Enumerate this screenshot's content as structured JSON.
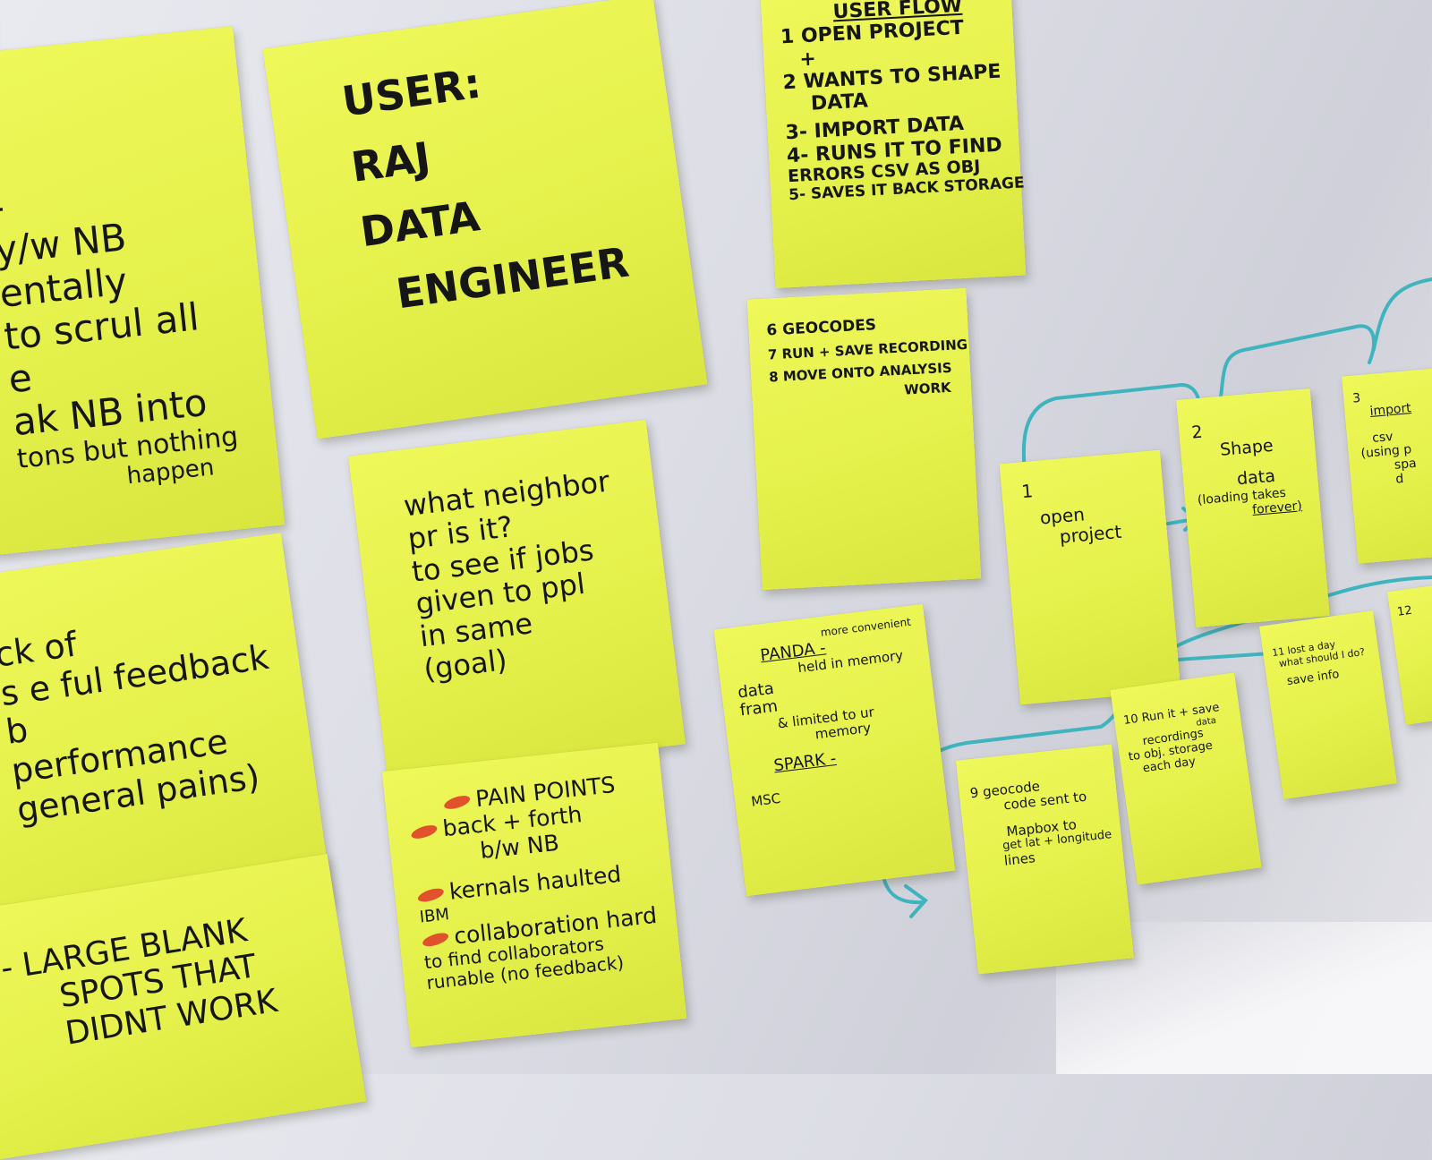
{
  "colors": {
    "sticky_note": "#e6f24a",
    "marker_ink": "#161616",
    "flow_line": "#3fb4be",
    "pain_dot": "#e0512c"
  },
  "notes": {
    "left_top": {
      "lines": [
        "-",
        "y/w NB",
        "entally",
        "to scrul all",
        "e",
        "ak NB into",
        "tons but nothing",
        "happen"
      ]
    },
    "persona": {
      "lines": [
        "USER:",
        "RAJ",
        "DATA",
        "ENGINEER"
      ]
    },
    "user_flow": {
      "lines": [
        "USER FLOW",
        "1 OPEN PROJECT",
        "+",
        "2 WANTS TO SHAPE",
        "DATA",
        "3- IMPORT DATA",
        "4- RUNS IT TO FIND",
        "ERRORS  CSV  AS OBJ",
        "5- SAVES IT BACK STORAGE"
      ]
    },
    "user_flow_cont": {
      "lines": [
        "6 GEOCODES",
        "7 RUN + SAVE RECORDING",
        "8 MOVE ONTO ANALYSIS",
        "WORK"
      ]
    },
    "neighbor": {
      "lines": [
        "what neighbor",
        "pr is it?",
        "to see if jobs",
        "given to ppl",
        "in same",
        "(goal)"
      ]
    },
    "left_mid": {
      "lines": [
        "ck of",
        "s e ful feedback",
        "b",
        "performance",
        "general pains)"
      ]
    },
    "pain_points": {
      "lines": [
        "PAIN POINTS",
        "back + forth",
        "b/w NB",
        "kernals haulted",
        "IBM",
        "collaboration hard",
        "to find collaborators",
        "runable (no feedback)"
      ]
    },
    "left_bottom": {
      "lines": [
        "- LARGE BLANK",
        "SPOTS THAT",
        "DIDNT WORK"
      ]
    },
    "panda": {
      "lines": [
        "more convenient",
        "PANDA -",
        "held in memory",
        "data",
        "fram",
        "& limited to ur",
        "memory",
        "SPARK -",
        "MSC"
      ]
    },
    "step_1": {
      "lines": [
        "1",
        "open",
        "project"
      ]
    },
    "step_2": {
      "lines": [
        "2",
        "Shape",
        "data",
        "(loading takes",
        "forever)"
      ]
    },
    "step_3": {
      "lines": [
        "3",
        "import",
        "csv",
        "(using p",
        "spa",
        "d"
      ]
    },
    "step_9": {
      "lines": [
        "9 geocode",
        "code sent to",
        "Mapbox to",
        "get lat + longitude",
        "lines"
      ]
    },
    "step_10": {
      "lines": [
        "10 Run it + save",
        "data",
        "recordings",
        "to obj. storage",
        "each day"
      ]
    },
    "step_11": {
      "lines": [
        "11 lost a day",
        "what should I do?",
        "save info"
      ]
    },
    "step_12": {
      "lines": [
        "12"
      ]
    }
  }
}
